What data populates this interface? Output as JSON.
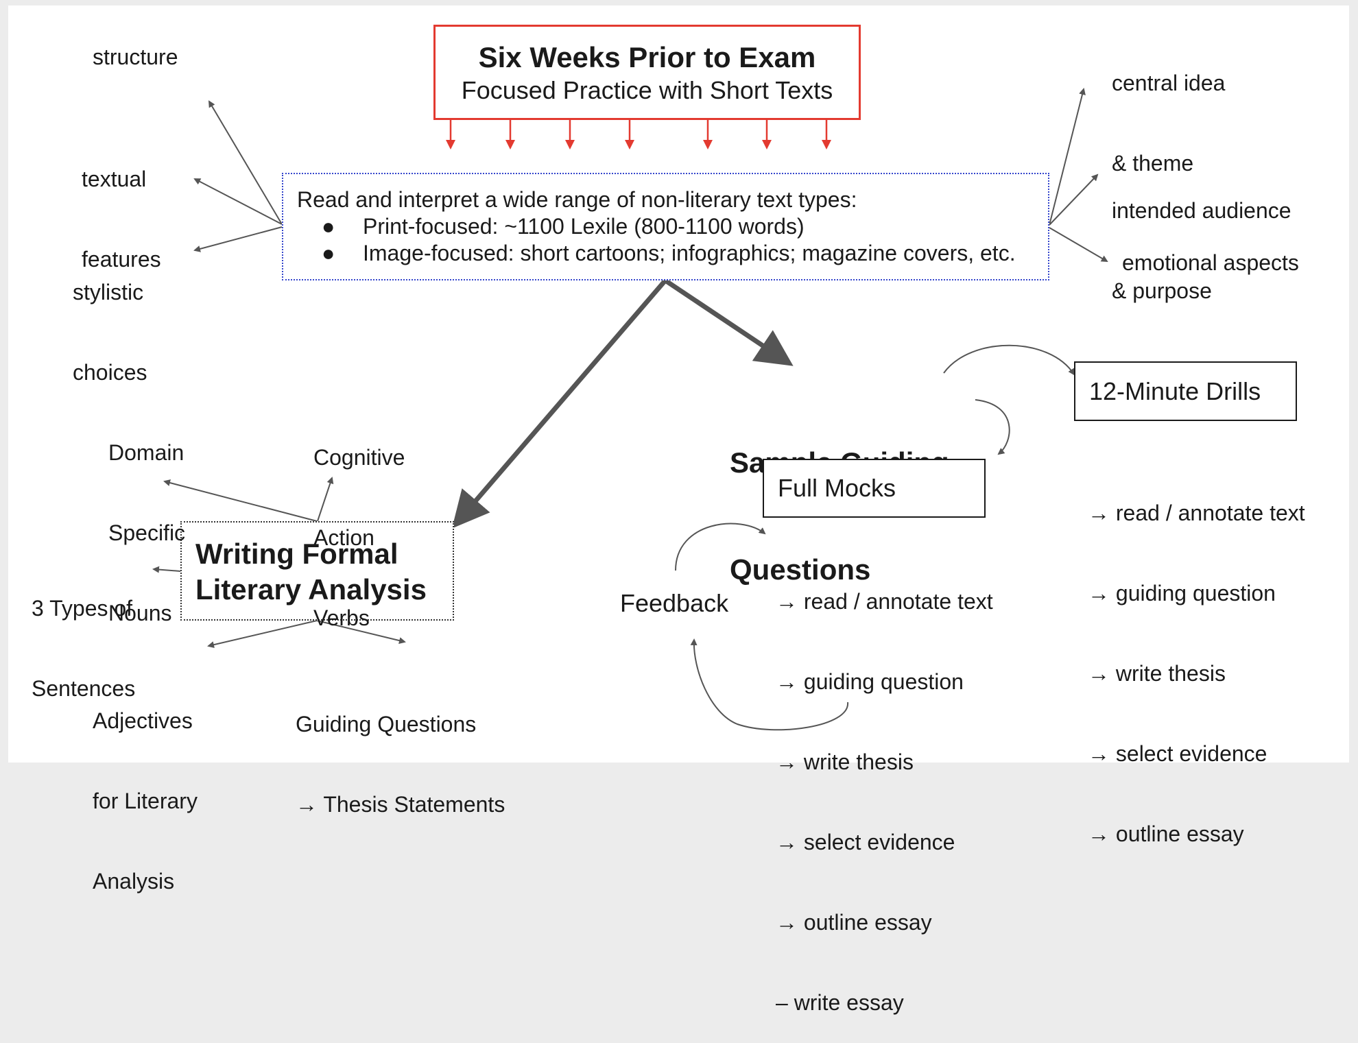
{
  "title": {
    "heading": "Six Weeks Prior to Exam",
    "subheading": "Focused Practice with Short Texts"
  },
  "reading": {
    "intro": "Read and interpret a wide range of non-literary text types:",
    "bullets": [
      "Print-focused: ~1100 Lexile (800-1100 words)",
      "Image-focused: short cartoons; infographics; magazine covers, etc."
    ],
    "bullet_symbol": "●"
  },
  "left_aspects": {
    "structure": "structure",
    "textual_features": [
      "textual",
      "features"
    ],
    "stylistic_choices": [
      "stylistic",
      "choices"
    ]
  },
  "right_aspects": {
    "central_idea": [
      "central idea",
      "& theme"
    ],
    "audience": [
      "intended audience",
      "& purpose"
    ],
    "emotional": "emotional aspects"
  },
  "writing": {
    "title": [
      "Writing Formal",
      "Literary Analysis"
    ],
    "domain_nouns": [
      "Domain",
      "Specific",
      "Nouns"
    ],
    "cognitive_verbs": [
      "Cognitive",
      "Action",
      "Verbs"
    ],
    "sentence_types": [
      "3 Types of",
      "Sentences"
    ],
    "adjectives": [
      "Adjectives",
      "for Literary",
      "Analysis"
    ],
    "guiding_to_thesis": [
      "Guiding Questions",
      "→ Thesis Statements"
    ]
  },
  "guiding": {
    "title": [
      "Sample Guiding",
      "Questions"
    ]
  },
  "drills": {
    "title": "12-Minute Drills",
    "steps": [
      "→ read / annotate text",
      "→ guiding question",
      "→ write thesis",
      "→ select evidence",
      "→ outline essay"
    ]
  },
  "mocks": {
    "title": "Full Mocks",
    "steps": [
      "→ read / annotate text",
      "→ guiding question",
      "→ write thesis",
      "→ select evidence",
      "→ outline essay",
      "– write essay"
    ]
  },
  "feedback": "Feedback",
  "colors": {
    "title_border": "#e33a30",
    "red_arrows": "#e33a30",
    "read_box_border": "#3344cc",
    "arrows": "#555555",
    "text": "#1a1a1a"
  }
}
